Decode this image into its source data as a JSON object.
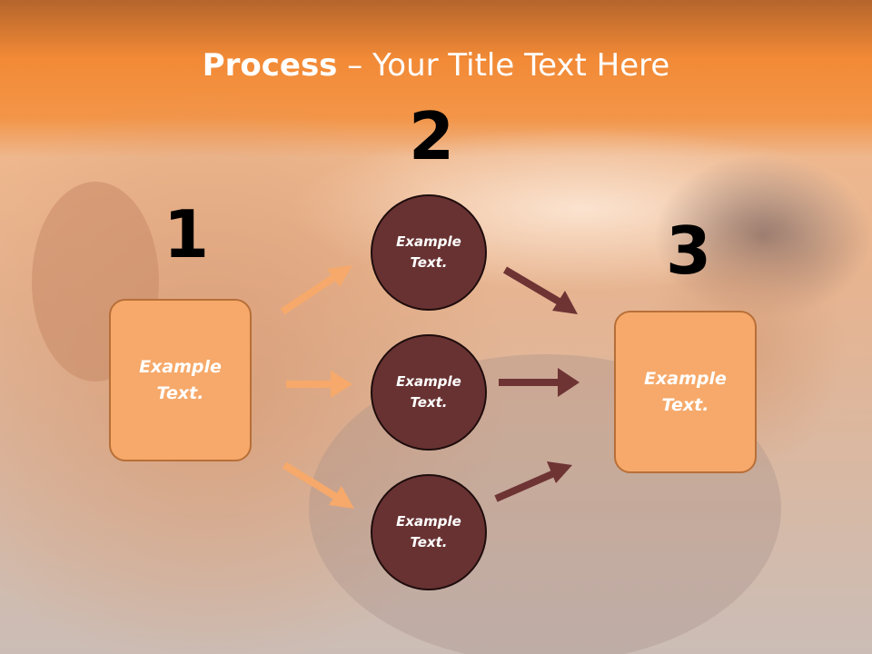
{
  "title": {
    "bold": "Process",
    "rest": " – Your Title Text Here"
  },
  "steps": [
    {
      "number": "1",
      "label": "Example Text."
    },
    {
      "number": "2",
      "items": [
        "Example Text.",
        "Example Text.",
        "Example Text."
      ]
    },
    {
      "number": "3",
      "label": "Example Text."
    }
  ],
  "colors": {
    "banner": "#f08a33",
    "box_fill": "#f6a96a",
    "circle_fill": "#683232",
    "arrow_light": "#f6a96a",
    "arrow_dark": "#6e3434"
  }
}
